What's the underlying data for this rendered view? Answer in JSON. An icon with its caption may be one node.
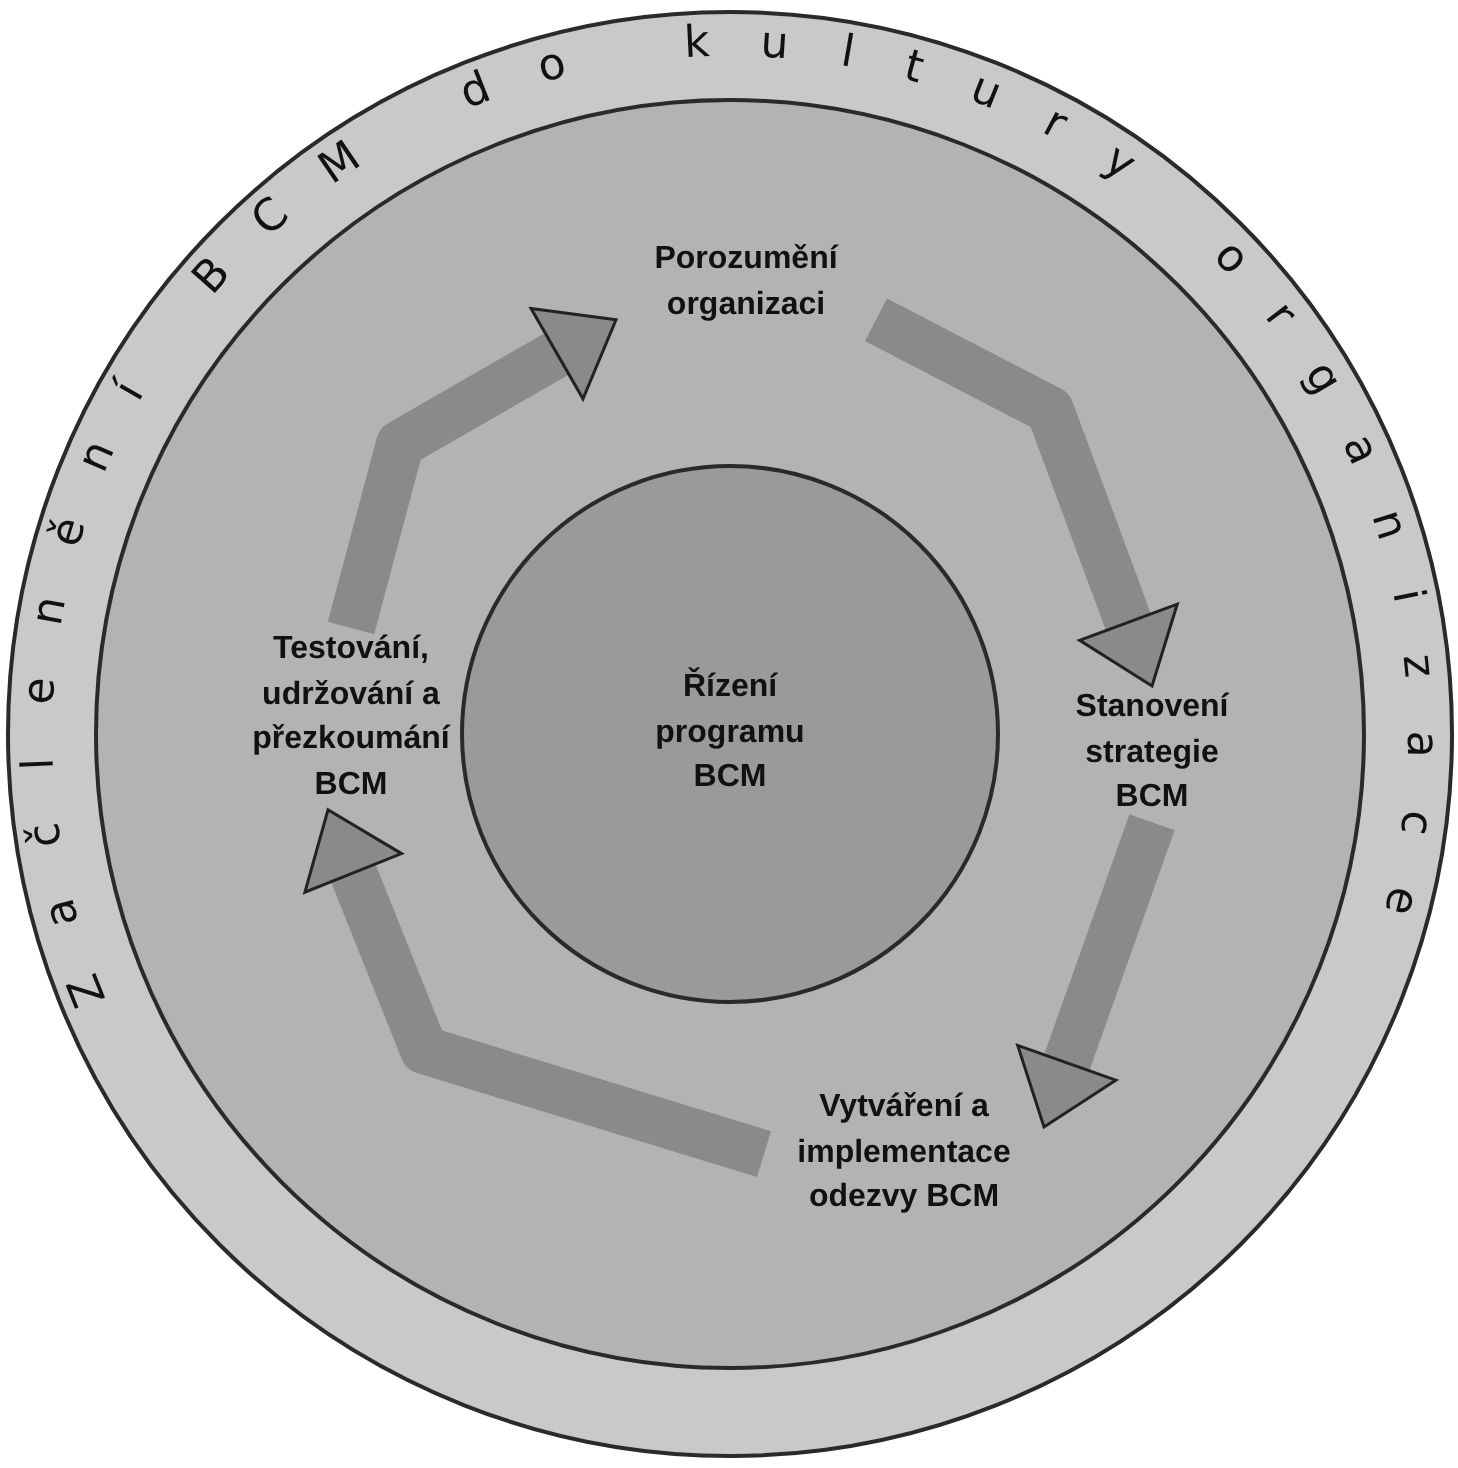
{
  "diagram": {
    "nodes": [
      {
        "text": [],
        "shape": "circle"
      },
      {
        "text": [],
        "shape": "circle",
        "in": 0
      },
      {
        "text": [
          "Řízení programu BCM"
        ],
        "in": 1
      },
      {
        "text": [
          "Porozumění organizaci"
        ],
        "in": 1
      },
      {
        "text": [
          "Stanovení strategie BCM"
        ],
        "in": 1
      },
      {
        "text": [
          "Vytváření a implementace odezvy BCM"
        ],
        "in": 1
      },
      {
        "text": [
          "Testování, udržování a přezkoumání BCM"
        ],
        "in": 1
      }
    ],
    "edges": [
      {
        "from": 6,
        "to": 3,
        "arrow": "to"
      },
      {
        "from": 3,
        "to": 4,
        "arrow": "to"
      },
      {
        "from": 4,
        "to": 5,
        "arrow": "to"
      },
      {
        "from": 5,
        "to": 6,
        "arrow": "to"
      }
    ],
    "labels": [
      "Začlenění BCM do kultury organizace"
    ]
  }
}
